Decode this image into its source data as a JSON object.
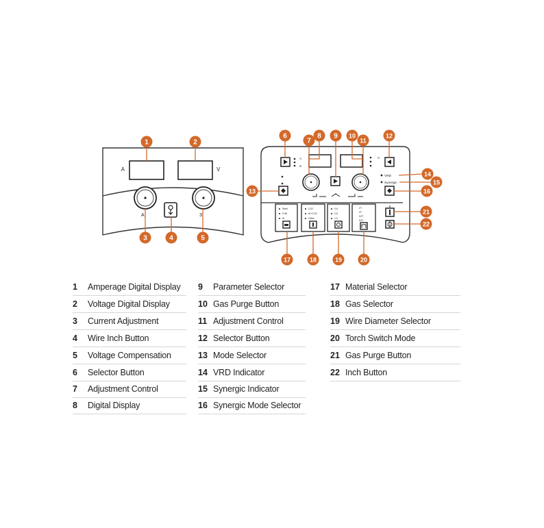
{
  "left_panel": {
    "display_left_unit": "A",
    "display_right_unit": "V",
    "knob_left_unit": "A",
    "knob_right_unit": "3"
  },
  "right_panel": {
    "sel_ind_a": "A",
    "sel_ind_s": "S",
    "right_ind_v": "V",
    "vrd_label": "VRD",
    "synergic_label": "Synergic",
    "material_opts": [
      "Steel",
      "CrNi",
      "Al"
    ],
    "gas_opts": [
      "CO2",
      "Ar+CO2",
      "Other"
    ],
    "wire_opts": [
      "0.6",
      "0.8",
      "1.0"
    ],
    "torch_opts": [
      "2T",
      "4T",
      "S2T",
      "S4T"
    ]
  },
  "callouts": [
    "1",
    "2",
    "3",
    "4",
    "5",
    "6",
    "7",
    "8",
    "9",
    "10",
    "11",
    "12",
    "13",
    "14",
    "15",
    "16",
    "17",
    "18",
    "19",
    "20",
    "21",
    "22"
  ],
  "accent_color": "#d3692a",
  "legend": {
    "col1": [
      {
        "n": "1",
        "label": "Amperage Digital Display"
      },
      {
        "n": "2",
        "label": "Voltage Digital Display"
      },
      {
        "n": "3",
        "label": "Current Adjustment"
      },
      {
        "n": "4",
        "label": "Wire Inch Button"
      },
      {
        "n": "5",
        "label": "Voltage Compensation"
      },
      {
        "n": "6",
        "label": "Selector Button"
      },
      {
        "n": "7",
        "label": "Adjustment Control"
      },
      {
        "n": "8",
        "label": "Digital Display"
      }
    ],
    "col2": [
      {
        "n": "9",
        "label": "Parameter Selector"
      },
      {
        "n": "10",
        "label": "Gas Purge Button"
      },
      {
        "n": "11",
        "label": "Adjustment Control"
      },
      {
        "n": "12",
        "label": "Selector Button"
      },
      {
        "n": "13",
        "label": "Mode Selector"
      },
      {
        "n": "14",
        "label": "VRD Indicator"
      },
      {
        "n": "15",
        "label": "Synergic Indicator"
      },
      {
        "n": "16",
        "label": "Synergic Mode Selector"
      }
    ],
    "col3": [
      {
        "n": "17",
        "label": "Material Selector"
      },
      {
        "n": "18",
        "label": "Gas Selector"
      },
      {
        "n": "19",
        "label": "Wire Diameter Selector"
      },
      {
        "n": "20",
        "label": "Torch Switch Mode"
      },
      {
        "n": "21",
        "label": "Gas Purge Button"
      },
      {
        "n": "22",
        "label": "Inch Button"
      }
    ]
  }
}
